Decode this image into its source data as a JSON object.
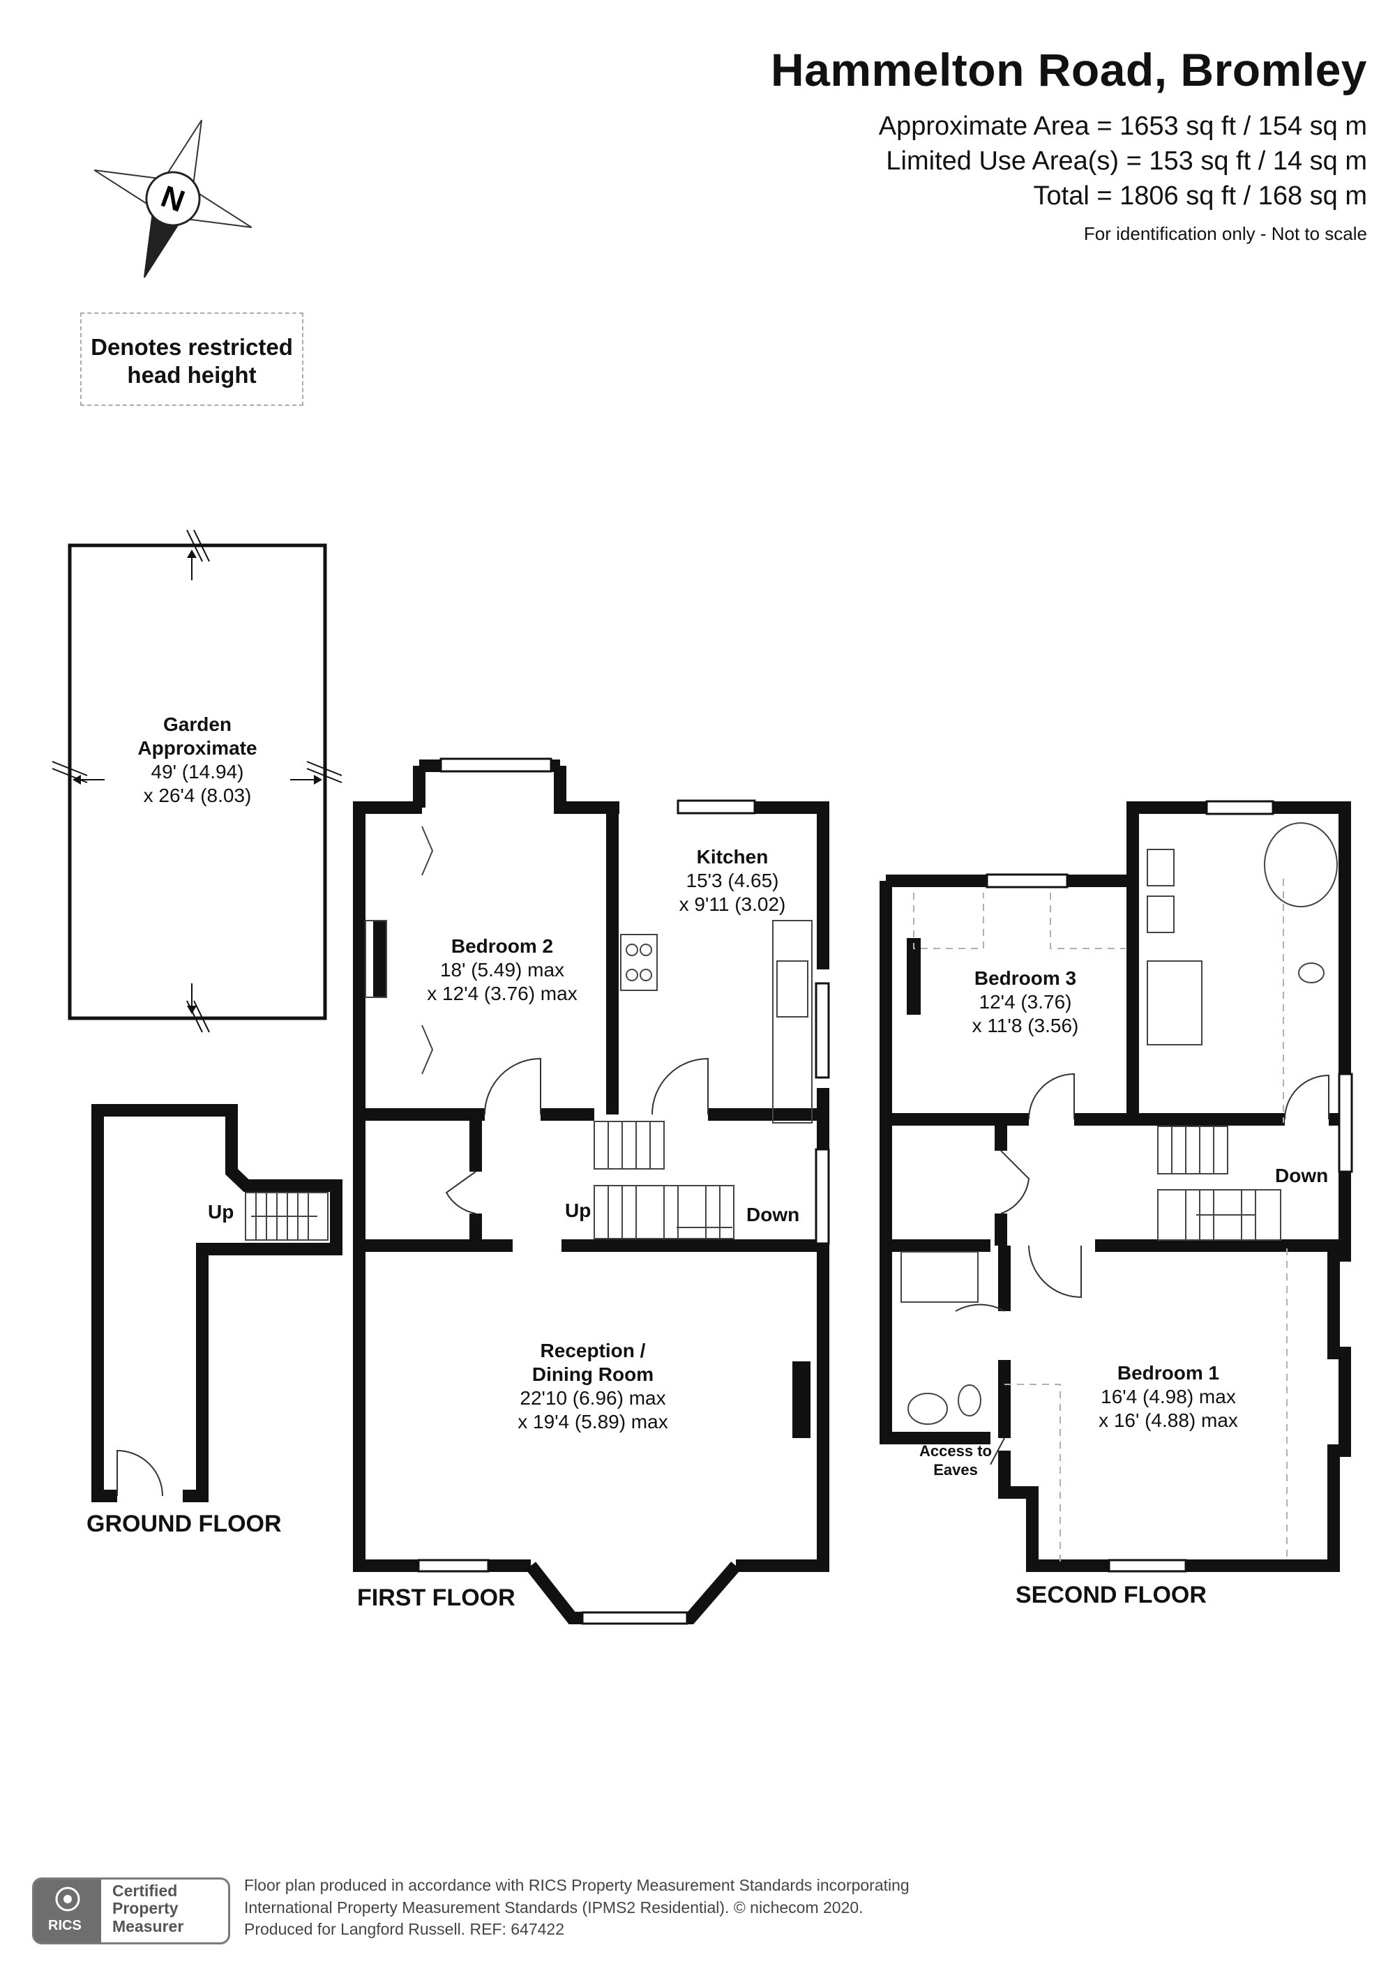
{
  "header": {
    "title": "Hammelton Road, Bromley",
    "approx_area": "Approximate Area = 1653 sq ft / 154 sq m",
    "limited_area": "Limited Use Area(s) = 153 sq ft / 14 sq m",
    "total_area": "Total = 1806 sq ft / 168 sq m",
    "identification": "For identification only - Not to scale"
  },
  "compass": {
    "letter": "N"
  },
  "legend": {
    "line1": "Denotes restricted",
    "line2": "head height"
  },
  "garden": {
    "name1": "Garden",
    "name2": "Approximate",
    "dim1": "49' (14.94)",
    "dim2": "x 26'4 (8.03)"
  },
  "rooms": {
    "bedroom2": {
      "name": "Bedroom 2",
      "dim1": "18' (5.49) max",
      "dim2": "x 12'4 (3.76) max"
    },
    "kitchen": {
      "name": "Kitchen",
      "dim1": "15'3 (4.65)",
      "dim2": "x 9'11 (3.02)"
    },
    "reception": {
      "name1": "Reception /",
      "name2": "Dining Room",
      "dim1": "22'10 (6.96) max",
      "dim2": "x 19'4 (5.89) max"
    },
    "bedroom3": {
      "name": "Bedroom 3",
      "dim1": "12'4 (3.76)",
      "dim2": "x 11'8 (3.56)"
    },
    "bedroom1": {
      "name": "Bedroom 1",
      "dim1": "16'4 (4.98) max",
      "dim2": "x 16' (4.88) max"
    }
  },
  "stairs": {
    "ground_up": "Up",
    "first_up": "Up",
    "first_down": "Down",
    "second_down": "Down"
  },
  "eaves": {
    "line1": "Access to",
    "line2": "Eaves"
  },
  "floors": {
    "ground": "GROUND FLOOR",
    "first": "FIRST FLOOR",
    "second": "SECOND FLOOR"
  },
  "footer": {
    "line1": "Floor plan produced in accordance with RICS Property Measurement Standards incorporating",
    "line2": "International Property Measurement Standards (IPMS2 Residential).   © nichecom 2020.",
    "line3": "Produced for Langford Russell.   REF: 647422",
    "badge_org": "RICS",
    "badge_l1": "Certified",
    "badge_l2": "Property",
    "badge_l3": "Measurer"
  },
  "colors": {
    "wall": "#111111",
    "restricted": "#b0b0b0",
    "badge": "#6e6e6e"
  }
}
